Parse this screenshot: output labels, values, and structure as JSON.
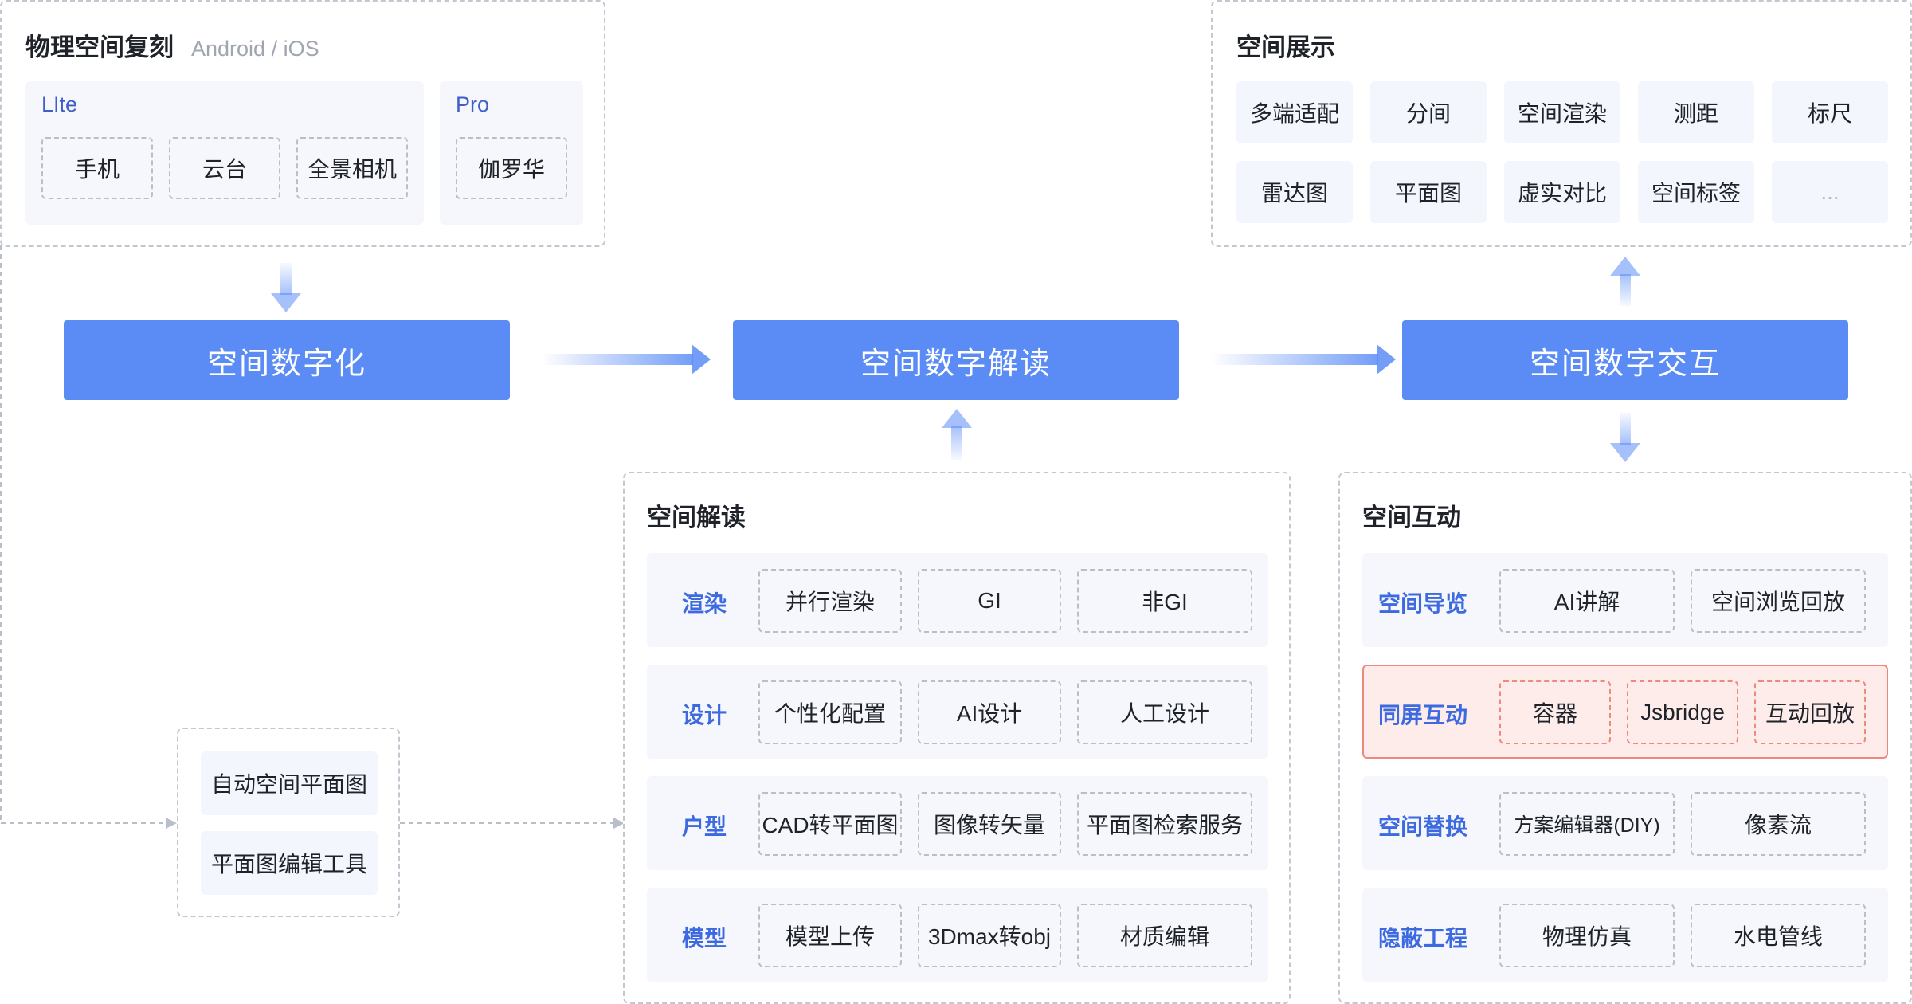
{
  "physical": {
    "title": "物理空间复刻",
    "subtitle": "Android / iOS",
    "lite": {
      "title": "LIte",
      "items": [
        "手机",
        "云台",
        "全景相机"
      ]
    },
    "pro": {
      "title": "Pro",
      "items": [
        "伽罗华"
      ]
    }
  },
  "display": {
    "title": "空间展示",
    "items": [
      "多端适配",
      "分间",
      "空间渲染",
      "测距",
      "标尺",
      "雷达图",
      "平面图",
      "虚实对比",
      "空间标签",
      "..."
    ]
  },
  "main": {
    "digitize": "空间数字化",
    "interpret": "空间数字解读",
    "interact": "空间数字交互"
  },
  "floorplan": {
    "items": [
      "自动空间平面图",
      "平面图编辑工具"
    ]
  },
  "interpret_panel": {
    "title": "空间解读",
    "rows": [
      {
        "label": "渲染",
        "items": [
          "并行渲染",
          "GI",
          "非GI"
        ]
      },
      {
        "label": "设计",
        "items": [
          "个性化配置",
          "AI设计",
          "人工设计"
        ]
      },
      {
        "label": "户型",
        "items": [
          "CAD转平面图",
          "图像转矢量",
          "平面图检索服务"
        ]
      },
      {
        "label": "模型",
        "items": [
          "模型上传",
          "3Dmax转obj",
          "材质编辑"
        ]
      }
    ]
  },
  "interact_panel": {
    "title": "空间互动",
    "rows": [
      {
        "label": "空间导览",
        "items": [
          "AI讲解",
          "空间浏览回放"
        ]
      },
      {
        "label": "同屏互动",
        "items": [
          "容器",
          "Jsbridge",
          "互动回放"
        ]
      },
      {
        "label": "空间替换",
        "items": [
          "方案编辑器(DIY)",
          "像素流"
        ]
      },
      {
        "label": "隐蔽工程",
        "items": [
          "物理仿真",
          "水电管线"
        ]
      }
    ]
  },
  "colors": {
    "primary": "#5b8cf6",
    "highlight_bg": "#fdecea",
    "highlight_border": "#f0887c",
    "label_blue": "#3d6ae0"
  }
}
